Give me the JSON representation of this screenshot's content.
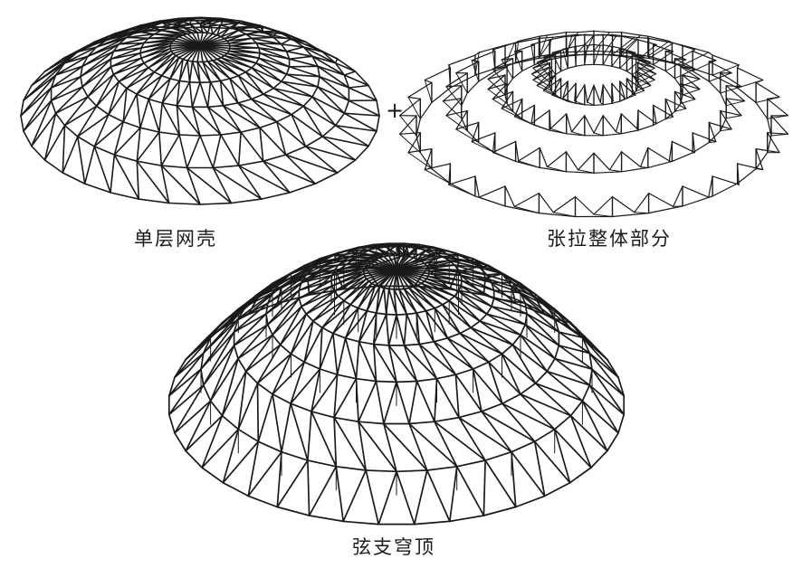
{
  "figure": {
    "components": [
      {
        "label": "单层网壳"
      },
      {
        "label": "张拉整体部分"
      }
    ],
    "result": {
      "label": "弦支穹顶"
    },
    "operators": {
      "plus": "+",
      "equals": "="
    }
  },
  "colors": {
    "line": "#1a1a1a",
    "background": "#ffffff"
  }
}
